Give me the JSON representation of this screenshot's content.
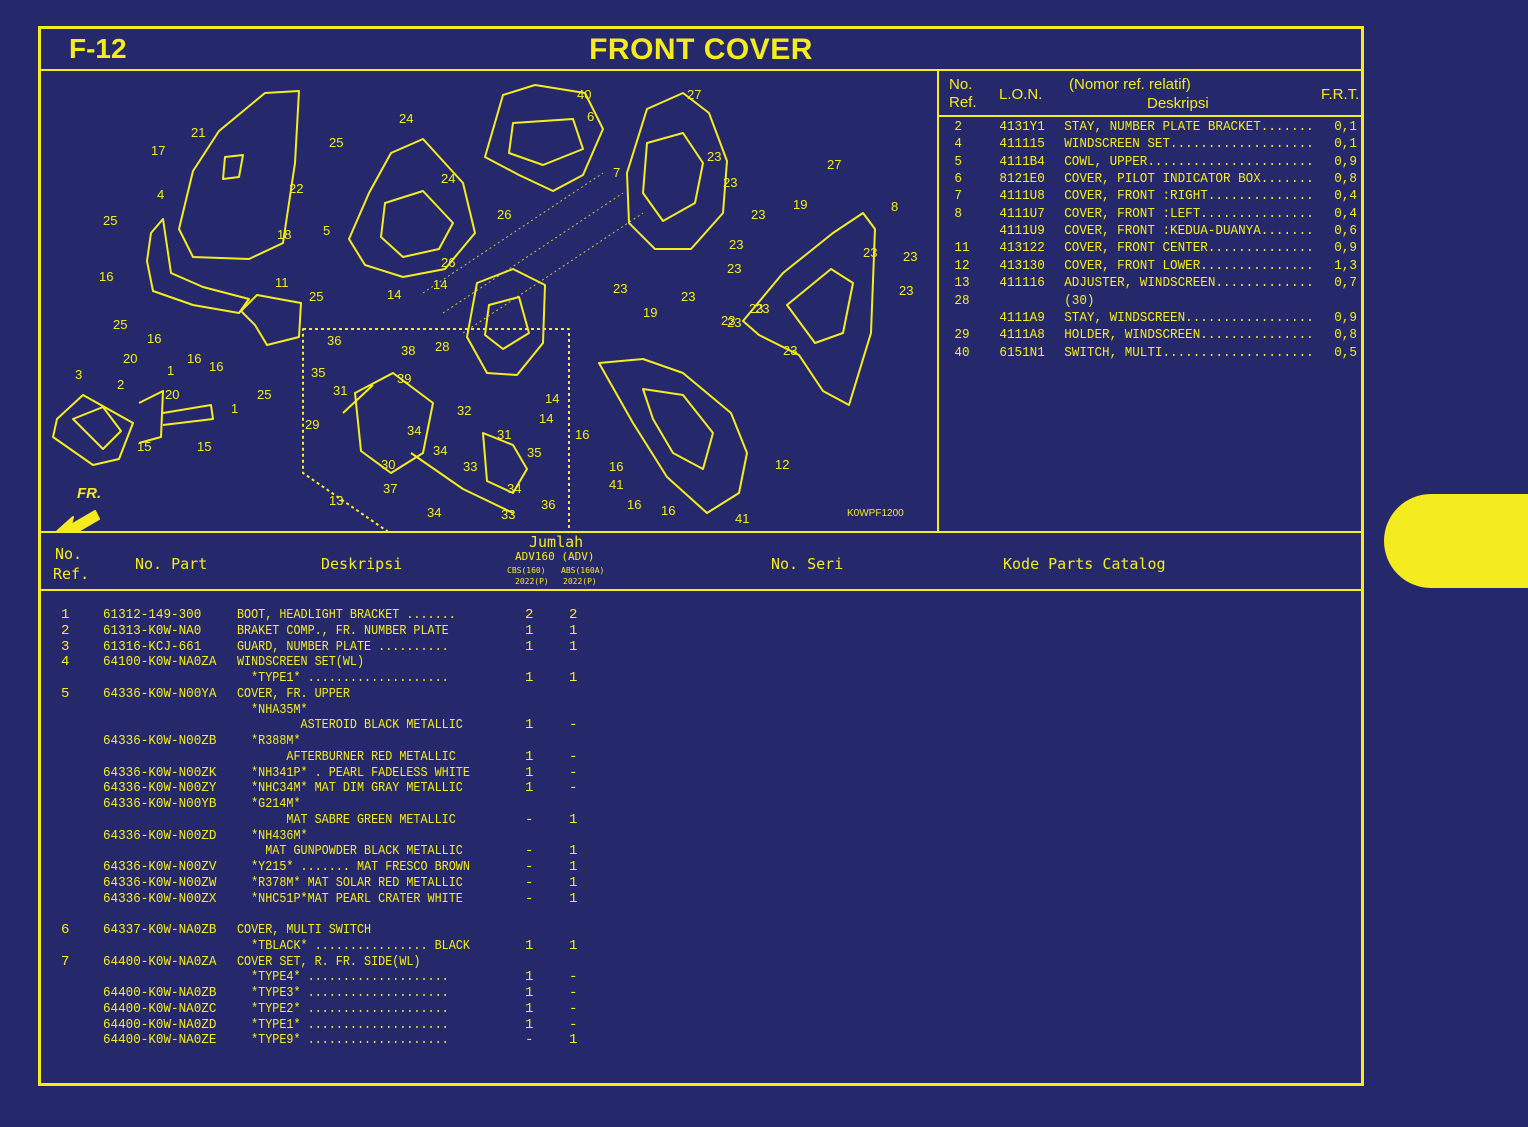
{
  "header": {
    "code": "F-12",
    "title": "FRONT COVER"
  },
  "diagram": {
    "ref_code": "K0WPF1200",
    "front_label": "FR.",
    "callouts": [
      "40",
      "6",
      "27",
      "21",
      "17",
      "24",
      "25",
      "22",
      "4",
      "18",
      "5",
      "24",
      "26",
      "23",
      "23",
      "27",
      "8",
      "23",
      "19",
      "7",
      "23",
      "23",
      "23",
      "23",
      "23",
      "23",
      "25",
      "16",
      "26",
      "11",
      "14",
      "14",
      "25",
      "16",
      "36",
      "38",
      "28",
      "25",
      "20",
      "16",
      "16",
      "35",
      "39",
      "3",
      "2",
      "31",
      "14",
      "19",
      "20",
      "1",
      "25",
      "32",
      "14",
      "29",
      "34",
      "31",
      "35",
      "16",
      "15",
      "15",
      "30",
      "33",
      "12",
      "34",
      "37",
      "16",
      "41",
      "34",
      "13",
      "33",
      "36",
      "16",
      "16",
      "41",
      "23",
      "23",
      "23"
    ]
  },
  "ref_panel": {
    "headers": {
      "no": "No.",
      "ref": "Ref.",
      "lon": "L.O.N.",
      "desc_top": "(Nomor ref. relatif)",
      "desc": "Deskripsi",
      "frt": "F.R.T."
    },
    "rows": [
      {
        "ref": "2",
        "lon": "4131Y1",
        "desc": "STAY, NUMBER PLATE BRACKET.......",
        "frt": "0,1"
      },
      {
        "ref": "4",
        "lon": "411115",
        "desc": "WINDSCREEN SET...................",
        "frt": "0,1"
      },
      {
        "ref": "5",
        "lon": "4111B4",
        "desc": "COWL, UPPER......................",
        "frt": "0,9"
      },
      {
        "ref": "6",
        "lon": "8121E0",
        "desc": "COVER, PILOT INDICATOR BOX.......",
        "frt": "0,8"
      },
      {
        "ref": "7",
        "lon": "4111U8",
        "desc": "COVER, FRONT :RIGHT..............",
        "frt": "0,4"
      },
      {
        "ref": "8",
        "lon": "4111U7",
        "desc": "COVER, FRONT :LEFT...............",
        "frt": "0,4"
      },
      {
        "ref": "",
        "lon": "4111U9",
        "desc": "COVER, FRONT :KEDUA-DUANYA.......",
        "frt": "0,6"
      },
      {
        "ref": "11",
        "lon": "413122",
        "desc": "COVER, FRONT CENTER..............",
        "frt": "0,9"
      },
      {
        "ref": "12",
        "lon": "413130",
        "desc": "COVER, FRONT LOWER...............",
        "frt": "1,3"
      },
      {
        "ref": "13",
        "lon": "411116",
        "desc": "ADJUSTER, WINDSCREEN.............",
        "frt": "0,7"
      },
      {
        "ref": "28",
        "lon": "",
        "desc": "(30)",
        "frt": ""
      },
      {
        "ref": "",
        "lon": "4111A9",
        "desc": "STAY, WINDSCREEN.................",
        "frt": "0,9"
      },
      {
        "ref": "29",
        "lon": "4111A8",
        "desc": "HOLDER, WINDSCREEN...............",
        "frt": "0,8"
      },
      {
        "ref": "40",
        "lon": "6151N1",
        "desc": "SWITCH, MULTI....................",
        "frt": "0,5"
      }
    ]
  },
  "parts_table": {
    "headers": {
      "no": "No.",
      "ref": "Ref.",
      "part": "No. Part",
      "desc": "Deskripsi",
      "jumlah": "Jumlah",
      "model": "ADV160 (ADV)",
      "cbs": "CBS(160)",
      "abs": "ABS(160A)",
      "year1": "2022(P)",
      "year2": "2022(P)",
      "seri": "No. Seri",
      "catalog": "Kode Parts Catalog"
    },
    "rows": [
      {
        "ref": "1",
        "part": "61312-149-300",
        "desc": "BOOT, HEADLIGHT BRACKET .......",
        "q1": "2",
        "q2": "2"
      },
      {
        "ref": "2",
        "part": "61313-K0W-NA0",
        "desc": "BRAKET COMP., FR. NUMBER PLATE",
        "q1": "1",
        "q2": "1"
      },
      {
        "ref": "3",
        "part": "61316-KCJ-661",
        "desc": "GUARD, NUMBER PLATE ..........",
        "q1": "1",
        "q2": "1"
      },
      {
        "ref": "4",
        "part": "64100-K0W-NA0ZA",
        "desc": "WINDSCREEN SET(WL)",
        "q1": "",
        "q2": ""
      },
      {
        "ref": "",
        "part": "",
        "desc": "  *TYPE1* ....................",
        "q1": "1",
        "q2": "1"
      },
      {
        "ref": "5",
        "part": "64336-K0W-N00YA",
        "desc": "COVER, FR. UPPER",
        "q1": "",
        "q2": ""
      },
      {
        "ref": "",
        "part": "",
        "desc": "  *NHA35M*",
        "q1": "",
        "q2": ""
      },
      {
        "ref": "",
        "part": "",
        "desc": "         ASTEROID BLACK METALLIC",
        "q1": "1",
        "q2": "-"
      },
      {
        "ref": "",
        "part": "64336-K0W-N00ZB",
        "desc": "  *R388M*",
        "q1": "",
        "q2": ""
      },
      {
        "ref": "",
        "part": "",
        "desc": "       AFTERBURNER RED METALLIC",
        "q1": "1",
        "q2": "-"
      },
      {
        "ref": "",
        "part": "64336-K0W-N00ZK",
        "desc": "  *NH341P* . PEARL FADELESS WHITE",
        "q1": "1",
        "q2": "-"
      },
      {
        "ref": "",
        "part": "64336-K0W-N00ZY",
        "desc": "  *NHC34M* MAT DIM GRAY METALLIC",
        "q1": "1",
        "q2": "-"
      },
      {
        "ref": "",
        "part": "64336-K0W-N00YB",
        "desc": "  *G214M*",
        "q1": "",
        "q2": ""
      },
      {
        "ref": "",
        "part": "",
        "desc": "       MAT SABRE GREEN METALLIC",
        "q1": "-",
        "q2": "1"
      },
      {
        "ref": "",
        "part": "64336-K0W-N00ZD",
        "desc": "  *NH436M*",
        "q1": "",
        "q2": ""
      },
      {
        "ref": "",
        "part": "",
        "desc": "    MAT GUNPOWDER BLACK METALLIC",
        "q1": "-",
        "q2": "1"
      },
      {
        "ref": "",
        "part": "64336-K0W-N00ZV",
        "desc": "  *Y215* ....... MAT FRESCO BROWN",
        "q1": "-",
        "q2": "1"
      },
      {
        "ref": "",
        "part": "64336-K0W-N00ZW",
        "desc": "  *R378M* MAT SOLAR RED METALLIC",
        "q1": "-",
        "q2": "1"
      },
      {
        "ref": "",
        "part": "64336-K0W-N00ZX",
        "desc": "  *NHC51P*MAT PEARL CRATER WHITE",
        "q1": "-",
        "q2": "1"
      },
      {
        "ref": "",
        "part": "",
        "desc": "",
        "q1": "",
        "q2": ""
      },
      {
        "ref": "6",
        "part": "64337-K0W-NA0ZB",
        "desc": "COVER, MULTI SWITCH",
        "q1": "",
        "q2": ""
      },
      {
        "ref": "",
        "part": "",
        "desc": "  *TBLACK* ................ BLACK",
        "q1": "1",
        "q2": "1"
      },
      {
        "ref": "7",
        "part": "64400-K0W-NA0ZA",
        "desc": "COVER SET, R. FR. SIDE(WL)",
        "q1": "",
        "q2": ""
      },
      {
        "ref": "",
        "part": "",
        "desc": "  *TYPE4* ....................",
        "q1": "1",
        "q2": "-"
      },
      {
        "ref": "",
        "part": "64400-K0W-NA0ZB",
        "desc": "  *TYPE3* ....................",
        "q1": "1",
        "q2": "-"
      },
      {
        "ref": "",
        "part": "64400-K0W-NA0ZC",
        "desc": "  *TYPE2* ....................",
        "q1": "1",
        "q2": "-"
      },
      {
        "ref": "",
        "part": "64400-K0W-NA0ZD",
        "desc": "  *TYPE1* ....................",
        "q1": "1",
        "q2": "-"
      },
      {
        "ref": "",
        "part": "64400-K0W-NA0ZE",
        "desc": "  *TYPE9* ....................",
        "q1": "-",
        "q2": "1"
      }
    ]
  },
  "colors": {
    "background": "#25286b",
    "ink": "#f4ec1f"
  }
}
